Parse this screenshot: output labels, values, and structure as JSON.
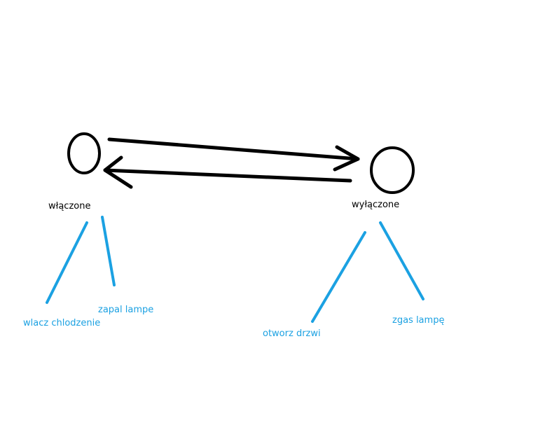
{
  "colors": {
    "state_stroke": "#000000",
    "action_stroke": "#1ba1e2",
    "background": "#ffffff"
  },
  "states": {
    "on": {
      "label": "włączone"
    },
    "off": {
      "label": "wyłączone"
    }
  },
  "actions": {
    "on": [
      {
        "label": "wlacz chlodzenie"
      },
      {
        "label": "zapal lampe"
      }
    ],
    "off": [
      {
        "label": "otworz drzwi"
      },
      {
        "label": "zgas lampę"
      }
    ]
  },
  "transitions": [
    {
      "from": "on",
      "to": "off"
    },
    {
      "from": "off",
      "to": "on"
    }
  ]
}
